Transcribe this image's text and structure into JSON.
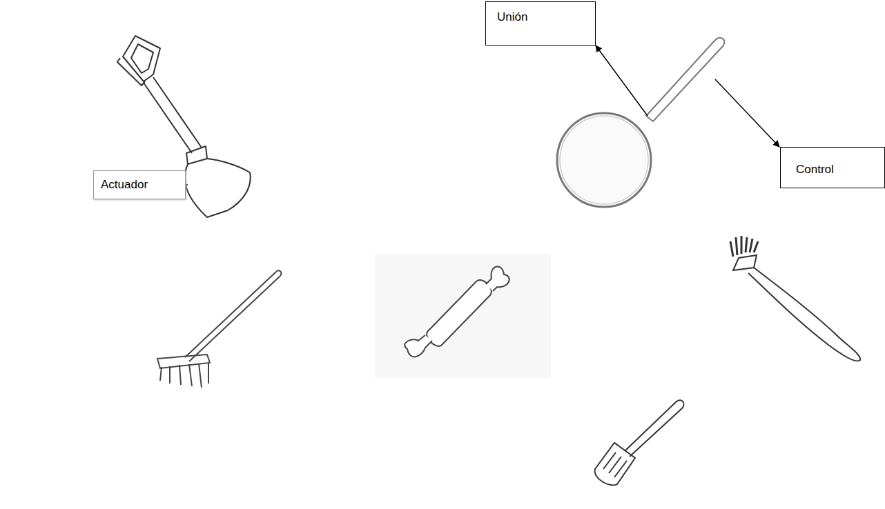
{
  "diagram": {
    "nodes": [
      {
        "text": [
          "Unión"
        ]
      },
      {
        "text": [
          "Control"
        ]
      },
      {
        "text": [
          "Actuador"
        ]
      }
    ]
  }
}
